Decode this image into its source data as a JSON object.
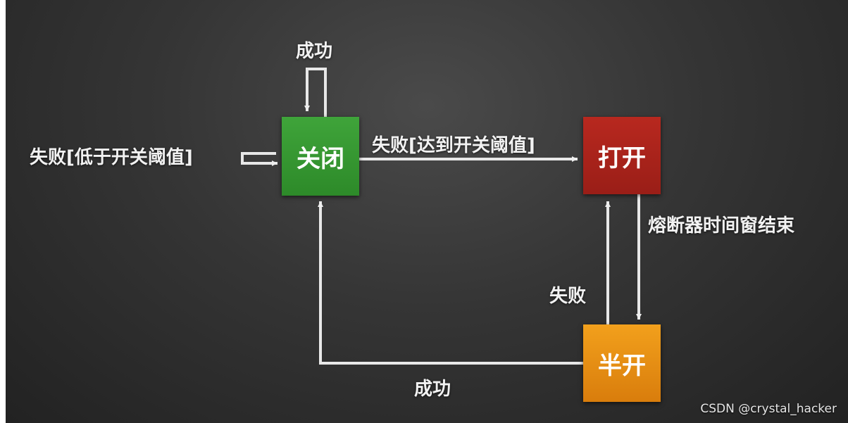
{
  "states": {
    "closed": "关闭",
    "open": "打开",
    "half_open": "半开"
  },
  "transitions": {
    "closed_self_success": "成功",
    "closed_self_fail": "失败[低于开关阈值]",
    "closed_to_open": "失败[达到开关阈值]",
    "open_to_half_open": "熔断器时间窗结束",
    "half_open_to_open": "失败",
    "half_open_to_closed": "成功"
  },
  "colors": {
    "closed": "#2d8a29",
    "open": "#9a1e17",
    "half_open": "#e8900f",
    "arrow": "#eeeeee"
  },
  "watermark": "CSDN @crystal_hacker"
}
